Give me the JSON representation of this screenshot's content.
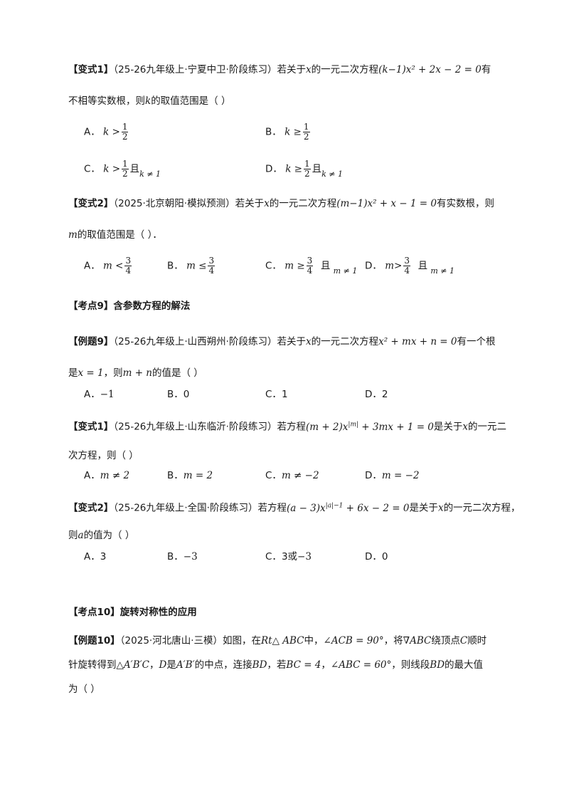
{
  "v1a": {
    "tag": "【变式1】",
    "src": "（25-26九年级上·宁夏中卫·阶段练习）",
    "q1": "若关于",
    "x": "x",
    "q2": "的一元二次方程",
    "eq": "(k−1)x² + 2x − 2 = 0",
    "q3": "有",
    "q4": "不相等实数根，则",
    "k": "k",
    "q5": "的取值范围是（ ）",
    "A": "A．",
    "B": "B．",
    "C": "C．",
    "D": "D．",
    "optA": "k >",
    "optB": "k ≥",
    "optC": "k >",
    "optD": "k ≥",
    "one": "1",
    "two": "2",
    "qie": "且",
    "kne1": "k ≠ 1"
  },
  "v2a": {
    "tag": "【变式2】",
    "src": "（2025·北京朝阳·模拟预测）",
    "q1": "若关于",
    "x": "x",
    "q2": "的一元二次方程",
    "eq": "(m−1)x² + x − 1 = 0",
    "q3": "有实数根，则",
    "m": "m",
    "q4": "的取值范围是（ ）．",
    "optA": "m <",
    "optB": "m ≤",
    "optC": "m ≥",
    "optD": "m>",
    "three": "3",
    "four": "4",
    "qie": "且",
    "mne1": "m ≠ 1"
  },
  "kd9": {
    "tag": "【考点9】",
    "title": "含参数方程的解法"
  },
  "ex9": {
    "tag": "【例题9】",
    "src": "（25-26九年级上·山西朔州·阶段练习）",
    "q1": "若关于",
    "x": "x",
    "q2": "的一元二次方程",
    "eq": "x² + mx + n = 0",
    "q3": "有一个根",
    "q4": "是",
    "root": "x = 1",
    "q5": "，则",
    "expr": "m + n",
    "q6": "的值是（ ）",
    "optA": "−1",
    "optB": "0",
    "optC": "1",
    "optD": "2"
  },
  "v1b": {
    "tag": "【变式1】",
    "src": "（25-26九年级上·山东临沂·阶段练习）",
    "q1": "若方程",
    "eq": "(m + 2)x",
    "sup": "|m|",
    "eq2": " + 3mx + 1 = 0",
    "q2": "是关于",
    "x": "x",
    "q3": "的一元二",
    "q4": "次方程，则（ ）",
    "optA": "m ≠ 2",
    "optB": "m = 2",
    "optC": "m ≠ −2",
    "optD": "m = −2"
  },
  "v2b": {
    "tag": "【变式2】",
    "src": "（25-26九年级上·全国·阶段练习）",
    "q1": "若方程",
    "eq": "(a − 3)x",
    "sup": "|a|−1",
    "eq2": " + 6x − 2 = 0",
    "q2": "是关于",
    "x": "x",
    "q3": "的一元二次方程，",
    "q4": "则",
    "a": "a",
    "q5": "的值为（ ）",
    "optA": "3",
    "optB": "−3",
    "optC1": "3或",
    "optC2": "−3",
    "optD": "0"
  },
  "kd10": {
    "tag": "【考点10】",
    "title": "旋转对称性的应用"
  },
  "ex10": {
    "tag": "【例题10】",
    "src": "（2025·河北唐山·三模）",
    "q1": "如图，在",
    "rt": "Rt△ ABC",
    "q2": "中，",
    "angle": "∠ACB = 90°",
    "q3": "，将",
    "tri": "∇ABC",
    "q4": "绕顶点",
    "c": "C",
    "q5": "顺时",
    "q6": "针旋转得到",
    "tri2": "△A′B′C",
    "q7": "，",
    "d": "D",
    "q8": "是",
    "ab": "A′B′",
    "q9": "的中点，连接",
    "bd": "BD",
    "q10": "，若",
    "bc": "BC = 4",
    "q11": "，",
    "abc": "∠ABC = 60°",
    "q12": "，则线段",
    "bd2": "BD",
    "q13": "的最大值",
    "q14": "为（ ）"
  }
}
